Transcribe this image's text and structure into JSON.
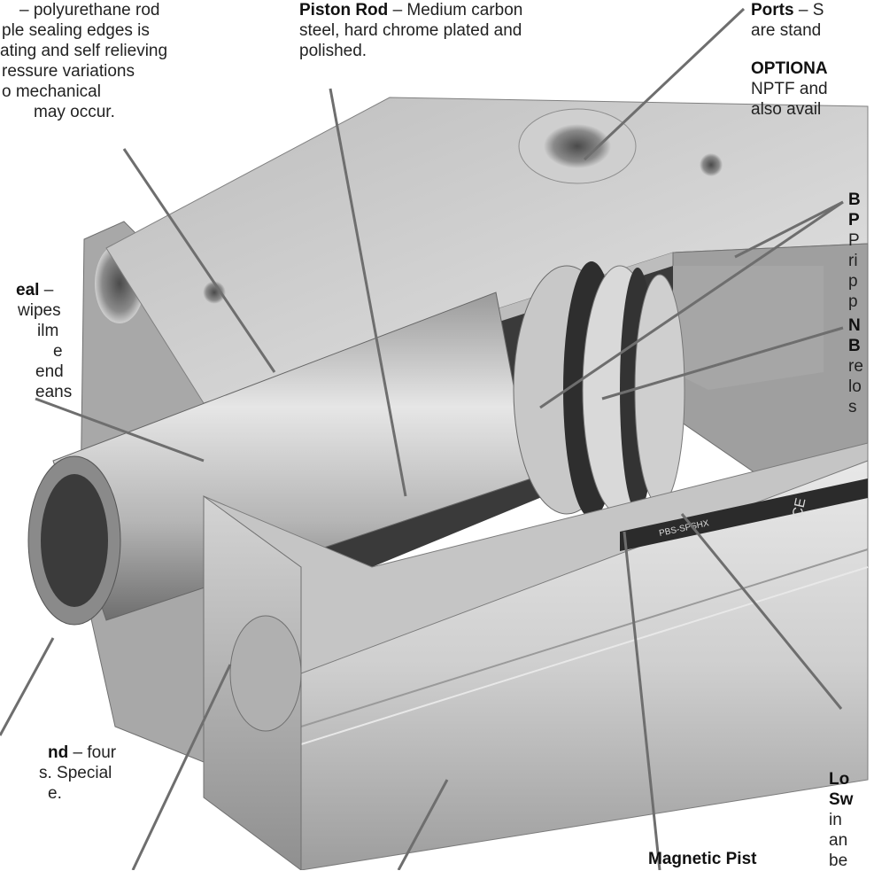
{
  "labels": {
    "rod_seal_partial": [
      "– polyurethane rod",
      "ple sealing edges is",
      "ating and self relieving",
      "ressure variations",
      "o mechanical",
      "may occur."
    ],
    "piston_rod": {
      "title": "Piston Rod",
      "text": [
        "– Medium carbon",
        "steel, hard chrome plated and",
        "polished."
      ]
    },
    "ports": {
      "title": "Ports",
      "text": "– S",
      "line2": "are stand"
    },
    "optional": {
      "title": "OPTIONA",
      "line1": "NPTF and",
      "line2": "also avail"
    },
    "bumper": {
      "title1": "B",
      "title2": "P",
      "lines": [
        "P",
        "ri",
        "p",
        "p"
      ]
    },
    "wiper": {
      "title": "eal",
      "dash": "–",
      "lines": [
        "wipes",
        "ilm",
        "e",
        "end",
        "eans"
      ]
    },
    "n_b": {
      "title1": "N",
      "title2": "B",
      "lines": [
        "re",
        "lo",
        "s"
      ]
    },
    "rod_end": {
      "title": "nd",
      "text": [
        "– four",
        "s. Special",
        "e."
      ]
    },
    "switch": {
      "title1": "Lo",
      "title2": "Sw",
      "lines": [
        "in",
        "an",
        "be"
      ]
    },
    "magnetic_piston": "Magnetic Pist"
  },
  "product_markings": {
    "model": "PBS-SPSHX",
    "ce": "CE"
  },
  "colors": {
    "metal_light": "#d9d9d9",
    "metal_mid": "#b3b3b3",
    "metal_dark": "#7a7a7a",
    "seal_dark": "#2e2e2e",
    "leader": "#6e6e6e"
  }
}
